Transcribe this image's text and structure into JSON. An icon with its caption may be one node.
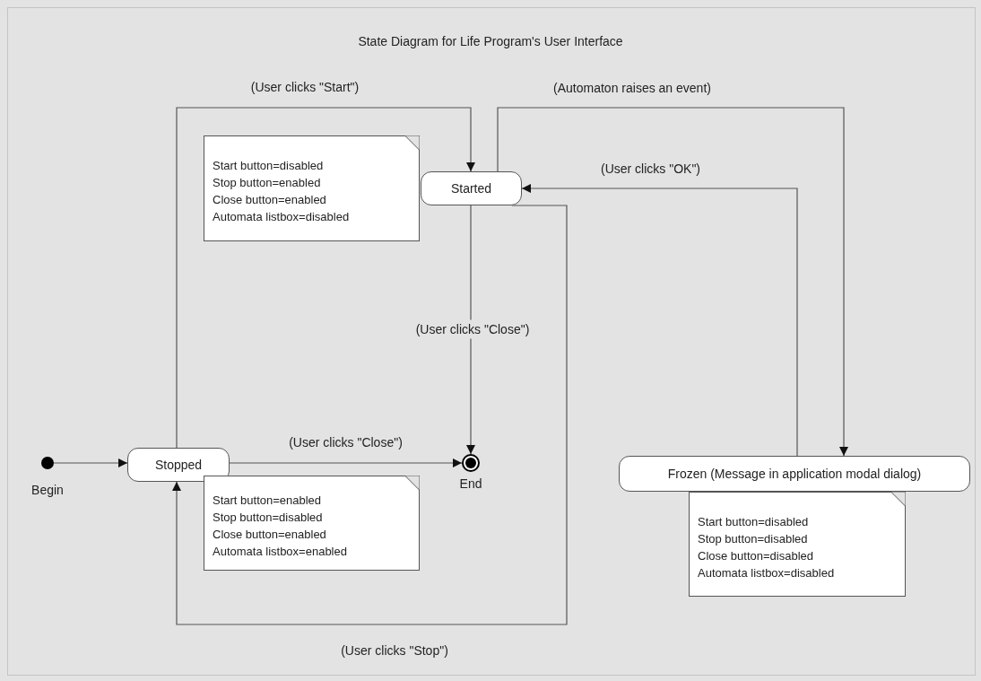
{
  "diagram": {
    "title": "State Diagram for Life Program's User Interface",
    "nodes": [
      {
        "text": [],
        "shape": "circle",
        "beside": [
          "Begin"
        ]
      },
      {
        "text": [
          "Stopped"
        ]
      },
      {
        "text": [
          "Started"
        ]
      },
      {
        "text": [],
        "shape": "circle",
        "beside": [
          "End"
        ]
      },
      {
        "text": [
          "Frozen (Message in application modal dialog)"
        ]
      },
      {
        "text": [
          "Start button=disabled",
          "Stop button=enabled",
          "Close button=enabled",
          "Automata listbox=disabled"
        ]
      },
      {
        "text": [
          "Start button=enabled",
          "Stop button=disabled",
          "Close button=enabled",
          "Automata listbox=enabled"
        ]
      },
      {
        "text": [
          "Start button=disabled",
          "Stop button=disabled",
          "Close button=disabled",
          "Automata listbox=disabled"
        ]
      }
    ],
    "edges": [
      {
        "from": 0,
        "to": 1,
        "arrow": "to"
      },
      {
        "from": 1,
        "to": 2,
        "arrow": "to",
        "label": "(User clicks \"Start\")"
      },
      {
        "from": 1,
        "to": 3,
        "arrow": "to",
        "label": "(User clicks \"Close\")"
      },
      {
        "from": 2,
        "to": 3,
        "arrow": "to",
        "label": "(User clicks \"Close\")"
      },
      {
        "from": 2,
        "to": 1,
        "arrow": "to",
        "label": "(User clicks \"Stop\")"
      },
      {
        "from": 2,
        "to": 4,
        "arrow": "to",
        "label": "(Automaton raises an event)"
      },
      {
        "from": 4,
        "to": 2,
        "arrow": "to",
        "label": "(User clicks \"OK\")"
      }
    ]
  }
}
